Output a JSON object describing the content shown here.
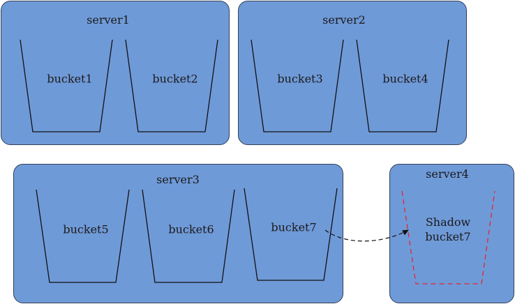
{
  "servers": [
    {
      "name": "server1",
      "buckets": [
        {
          "label": "bucket1",
          "shadow": false
        },
        {
          "label": "bucket2",
          "shadow": false
        }
      ]
    },
    {
      "name": "server2",
      "buckets": [
        {
          "label": "bucket3",
          "shadow": false
        },
        {
          "label": "bucket4",
          "shadow": false
        }
      ]
    },
    {
      "name": "server3",
      "buckets": [
        {
          "label": "bucket5",
          "shadow": false
        },
        {
          "label": "bucket6",
          "shadow": false
        },
        {
          "label": "bucket7",
          "shadow": false
        }
      ]
    },
    {
      "name": "server4",
      "buckets": [
        {
          "label_line1": "Shadow",
          "label_line2": "bucket7",
          "shadow": true
        }
      ]
    }
  ],
  "colors": {
    "server_fill": "#6f9ad8",
    "server_border": "#2f3f58",
    "bucket_stroke": "#111111",
    "shadow_bucket_stroke": "#e0282e",
    "arrow_stroke": "#111111"
  },
  "connection": {
    "from": "bucket7",
    "to": "Shadow bucket7",
    "style": "dashed-arrow"
  }
}
